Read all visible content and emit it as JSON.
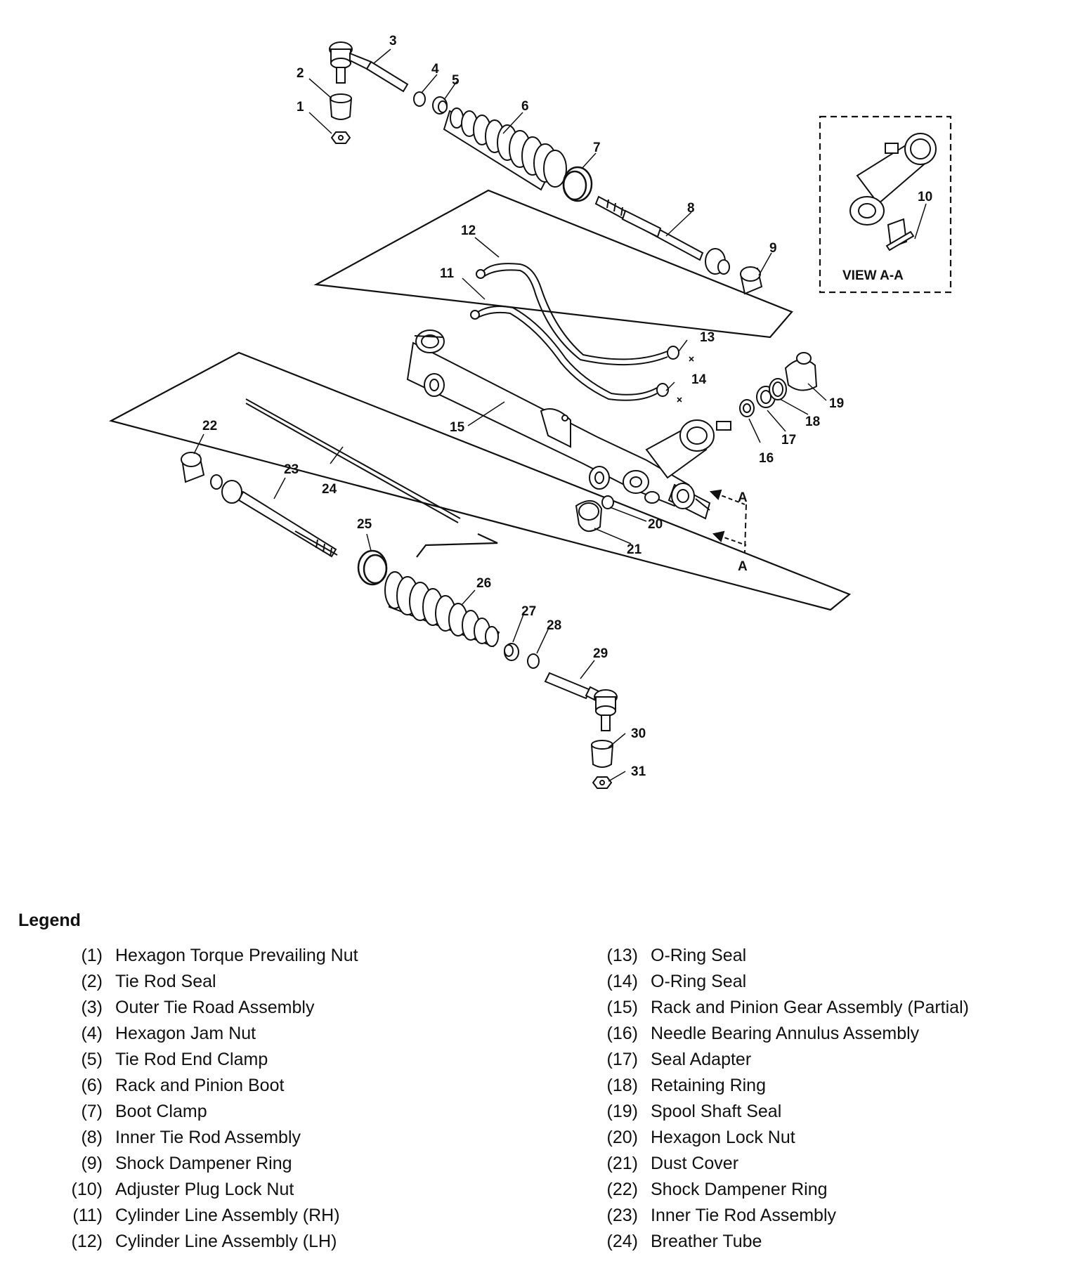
{
  "diagram": {
    "callouts": [
      "1",
      "2",
      "3",
      "4",
      "5",
      "6",
      "7",
      "8",
      "9",
      "10",
      "11",
      "12",
      "13",
      "14",
      "15",
      "16",
      "17",
      "18",
      "19",
      "20",
      "21",
      "22",
      "23",
      "24",
      "25",
      "26",
      "27",
      "28",
      "29",
      "30",
      "31"
    ],
    "view_label": "VIEW A-A",
    "section_marker": "A"
  },
  "legend": {
    "title": "Legend",
    "left": [
      {
        "num": "(1)",
        "text": "Hexagon Torque Prevailing Nut"
      },
      {
        "num": "(2)",
        "text": "Tie Rod Seal"
      },
      {
        "num": "(3)",
        "text": "Outer Tie Road Assembly"
      },
      {
        "num": "(4)",
        "text": "Hexagon Jam Nut"
      },
      {
        "num": "(5)",
        "text": "Tie Rod End Clamp"
      },
      {
        "num": "(6)",
        "text": "Rack and Pinion Boot"
      },
      {
        "num": "(7)",
        "text": "Boot Clamp"
      },
      {
        "num": "(8)",
        "text": "Inner Tie Rod Assembly"
      },
      {
        "num": "(9)",
        "text": "Shock Dampener Ring"
      },
      {
        "num": "(10)",
        "text": "Adjuster Plug Lock Nut"
      },
      {
        "num": "(11)",
        "text": "Cylinder Line Assembly (RH)"
      },
      {
        "num": "(12)",
        "text": "Cylinder Line Assembly (LH)"
      }
    ],
    "right": [
      {
        "num": "(13)",
        "text": "O-Ring Seal"
      },
      {
        "num": "(14)",
        "text": "O-Ring Seal"
      },
      {
        "num": "(15)",
        "text": "Rack and Pinion Gear Assembly (Partial)"
      },
      {
        "num": "(16)",
        "text": "Needle Bearing Annulus Assembly"
      },
      {
        "num": "(17)",
        "text": "Seal Adapter"
      },
      {
        "num": "(18)",
        "text": "Retaining Ring"
      },
      {
        "num": "(19)",
        "text": "Spool Shaft Seal"
      },
      {
        "num": "(20)",
        "text": "Hexagon Lock Nut"
      },
      {
        "num": "(21)",
        "text": "Dust Cover"
      },
      {
        "num": "(22)",
        "text": "Shock Dampener Ring"
      },
      {
        "num": "(23)",
        "text": "Inner Tie Rod Assembly"
      },
      {
        "num": "(24)",
        "text": "Breather Tube"
      }
    ]
  }
}
